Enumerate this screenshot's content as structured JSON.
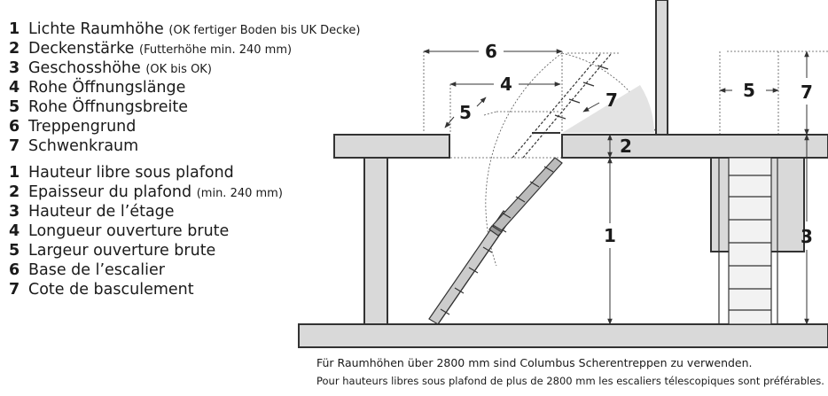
{
  "legend": {
    "de": [
      {
        "num": "1",
        "label": "Lichte Raumhöhe",
        "note": "(OK fertiger Boden bis UK Decke)"
      },
      {
        "num": "2",
        "label": "Deckenstärke",
        "note": "(Futterhöhe min. 240 mm)"
      },
      {
        "num": "3",
        "label": "Geschosshöhe",
        "note": "(OK bis OK)"
      },
      {
        "num": "4",
        "label": "Rohe Öffnungslänge",
        "note": ""
      },
      {
        "num": "5",
        "label": "Rohe Öffnungsbreite",
        "note": ""
      },
      {
        "num": "6",
        "label": "Treppengrund",
        "note": ""
      },
      {
        "num": "7",
        "label": "Schwenkraum",
        "note": ""
      }
    ],
    "fr": [
      {
        "num": "1",
        "label": "Hauteur libre sous plafond",
        "note": ""
      },
      {
        "num": "2",
        "label": "Epaisseur du plafond",
        "note": "(min. 240 mm)"
      },
      {
        "num": "3",
        "label": "Hauteur de l’étage",
        "note": ""
      },
      {
        "num": "4",
        "label": "Longueur ouverture brute",
        "note": ""
      },
      {
        "num": "5",
        "label": "Largeur ouverture brute",
        "note": ""
      },
      {
        "num": "6",
        "label": "Base de l’escalier",
        "note": ""
      },
      {
        "num": "7",
        "label": "Cote de basculement",
        "note": ""
      }
    ]
  },
  "diagram": {
    "dims": {
      "d6": "6",
      "d4": "4",
      "d5_side": "5",
      "d7_side": "7",
      "d2": "2",
      "d1": "1",
      "d5_front": "5",
      "d7_front": "7",
      "d3": "3"
    }
  },
  "notes": {
    "de": "Für Raumhöhen über 2800 mm sind Columbus Scherentreppen zu verwenden.",
    "fr": "Pour hauteurs libres sous plafond de plus de 2800 mm les escaliers télescopiques sont préférables."
  },
  "colors": {
    "wall_fill": "#d9d9d9",
    "stroke": "#333333",
    "swing": "#e3e3e3",
    "text": "#1a1a1a"
  }
}
